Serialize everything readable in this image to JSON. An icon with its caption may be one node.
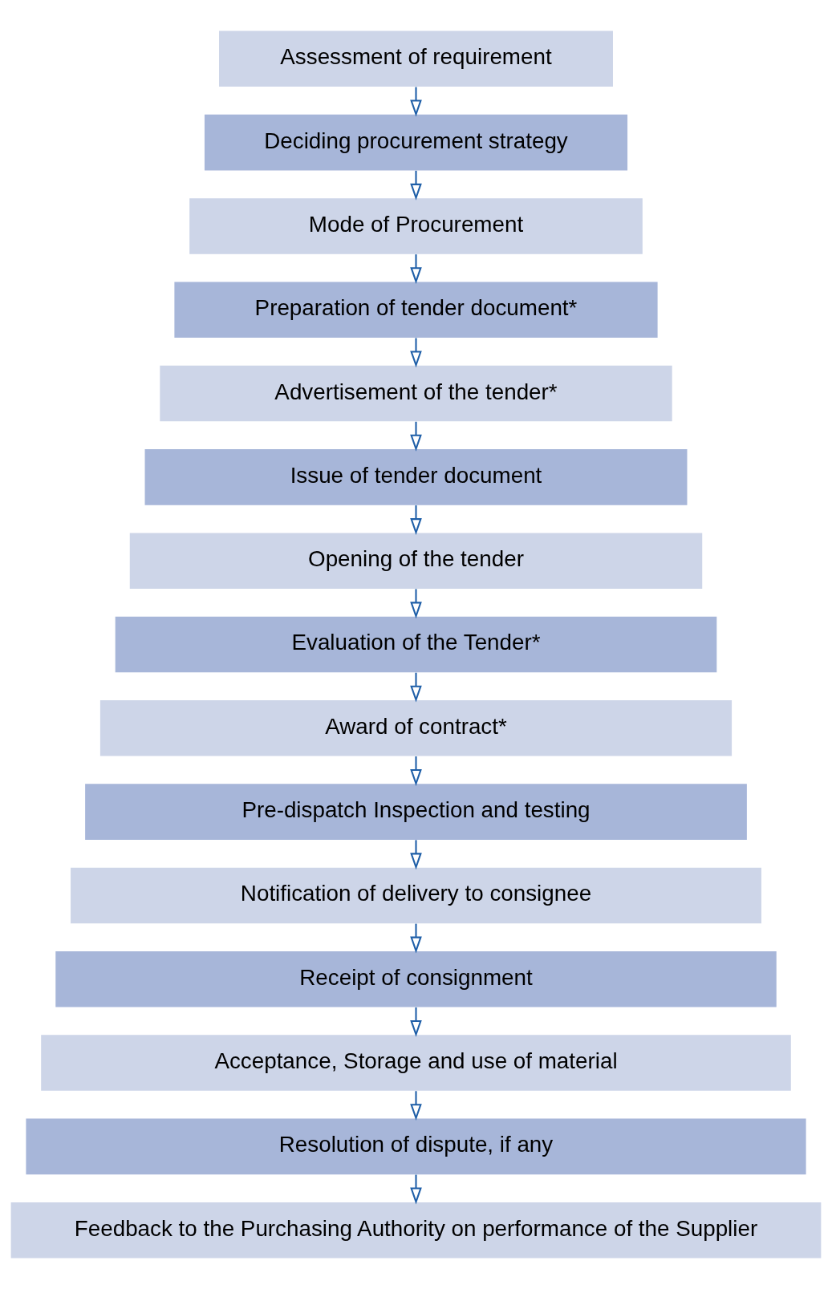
{
  "diagram": {
    "nodes": [
      {
        "text": [
          "Assessment of requirement"
        ]
      },
      {
        "text": [
          "Deciding procurement strategy"
        ]
      },
      {
        "text": [
          "Mode of Procurement"
        ]
      },
      {
        "text": [
          "Preparation of tender document*"
        ]
      },
      {
        "text": [
          "Advertisement of the tender*"
        ]
      },
      {
        "text": [
          "Issue of tender document"
        ]
      },
      {
        "text": [
          "Opening of the tender"
        ]
      },
      {
        "text": [
          "Evaluation of the Tender*"
        ]
      },
      {
        "text": [
          "Award of contract*"
        ]
      },
      {
        "text": [
          "Pre-dispatch Inspection and testing"
        ]
      },
      {
        "text": [
          "Notification of delivery to consignee"
        ]
      },
      {
        "text": [
          "Receipt of consignment"
        ]
      },
      {
        "text": [
          "Acceptance, Storage and use of material"
        ]
      },
      {
        "text": [
          "Resolution of dispute, if any"
        ]
      },
      {
        "text": [
          "Feedback to the Purchasing Authority on performance of the Supplier"
        ]
      }
    ],
    "edges": [
      {
        "from": 0,
        "to": 1,
        "arrow": "to"
      },
      {
        "from": 1,
        "to": 2,
        "arrow": "to"
      },
      {
        "from": 2,
        "to": 3,
        "arrow": "to"
      },
      {
        "from": 3,
        "to": 4,
        "arrow": "to"
      },
      {
        "from": 4,
        "to": 5,
        "arrow": "to"
      },
      {
        "from": 5,
        "to": 6,
        "arrow": "to"
      },
      {
        "from": 6,
        "to": 7,
        "arrow": "to"
      },
      {
        "from": 7,
        "to": 8,
        "arrow": "to"
      },
      {
        "from": 8,
        "to": 9,
        "arrow": "to"
      },
      {
        "from": 9,
        "to": 10,
        "arrow": "to"
      },
      {
        "from": 10,
        "to": 11,
        "arrow": "to"
      },
      {
        "from": 11,
        "to": 12,
        "arrow": "to"
      },
      {
        "from": 12,
        "to": 13,
        "arrow": "to"
      },
      {
        "from": 13,
        "to": 14,
        "arrow": "to"
      }
    ]
  }
}
